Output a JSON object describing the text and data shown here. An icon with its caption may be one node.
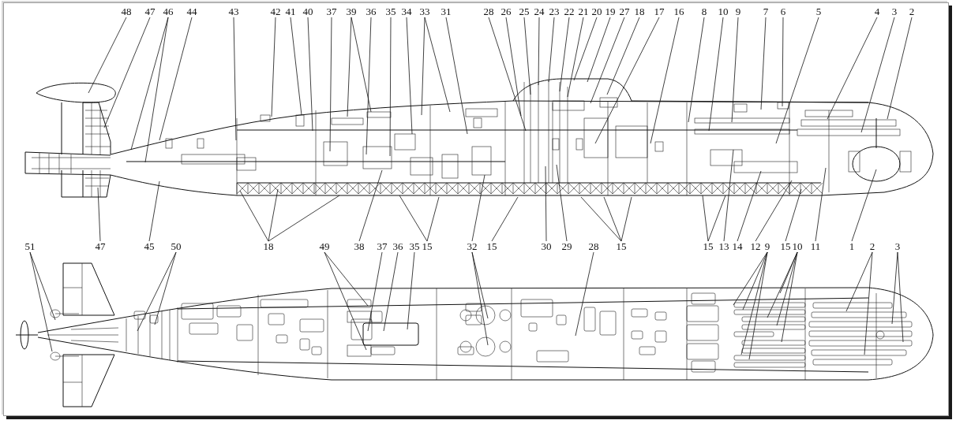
{
  "diagram": {
    "nodes": [
      {
        "text": [
          "48"
        ]
      },
      {
        "text": [
          "47"
        ]
      },
      {
        "text": [
          "46"
        ]
      },
      {
        "text": [
          "44"
        ]
      },
      {
        "text": [
          "43"
        ]
      },
      {
        "text": [
          "42"
        ]
      },
      {
        "text": [
          "41"
        ]
      },
      {
        "text": [
          "40"
        ]
      },
      {
        "text": [
          "37"
        ]
      },
      {
        "text": [
          "39"
        ]
      },
      {
        "text": [
          "36"
        ]
      },
      {
        "text": [
          "35"
        ]
      },
      {
        "text": [
          "34"
        ]
      },
      {
        "text": [
          "33"
        ]
      },
      {
        "text": [
          "31"
        ]
      },
      {
        "text": [
          "28"
        ]
      },
      {
        "text": [
          "26"
        ]
      },
      {
        "text": [
          "25"
        ]
      },
      {
        "text": [
          "24"
        ]
      },
      {
        "text": [
          "23"
        ]
      },
      {
        "text": [
          "22"
        ]
      },
      {
        "text": [
          "21"
        ]
      },
      {
        "text": [
          "20"
        ]
      },
      {
        "text": [
          "19"
        ]
      },
      {
        "text": [
          "27"
        ]
      },
      {
        "text": [
          "18"
        ]
      },
      {
        "text": [
          "17"
        ]
      },
      {
        "text": [
          "16"
        ]
      },
      {
        "text": [
          "8"
        ]
      },
      {
        "text": [
          "10"
        ]
      },
      {
        "text": [
          "9"
        ]
      },
      {
        "text": [
          "7"
        ]
      },
      {
        "text": [
          "6"
        ]
      },
      {
        "text": [
          "5"
        ]
      },
      {
        "text": [
          "4"
        ]
      },
      {
        "text": [
          "3"
        ]
      },
      {
        "text": [
          "2"
        ]
      },
      {
        "text": [
          "51"
        ]
      },
      {
        "text": [
          "47"
        ]
      },
      {
        "text": [
          "45"
        ]
      },
      {
        "text": [
          "50"
        ]
      },
      {
        "text": [
          "18"
        ]
      },
      {
        "text": [
          "49"
        ]
      },
      {
        "text": [
          "38"
        ]
      },
      {
        "text": [
          "37"
        ]
      },
      {
        "text": [
          "36"
        ]
      },
      {
        "text": [
          "35"
        ]
      },
      {
        "text": [
          "15"
        ]
      },
      {
        "text": [
          "32"
        ]
      },
      {
        "text": [
          "15"
        ]
      },
      {
        "text": [
          "30"
        ]
      },
      {
        "text": [
          "29"
        ]
      },
      {
        "text": [
          "28"
        ]
      },
      {
        "text": [
          "15"
        ]
      },
      {
        "text": [
          "15"
        ]
      },
      {
        "text": [
          "13"
        ]
      },
      {
        "text": [
          "14"
        ]
      },
      {
        "text": [
          "12"
        ]
      },
      {
        "text": [
          "9"
        ]
      },
      {
        "text": [
          "15"
        ]
      },
      {
        "text": [
          "10"
        ]
      },
      {
        "text": [
          "11"
        ]
      },
      {
        "text": [
          "1"
        ]
      },
      {
        "text": [
          "2"
        ]
      },
      {
        "text": [
          "3"
        ]
      }
    ],
    "edges": [
      {
        "from": 0,
        "to": null,
        "arrow": "none"
      },
      {
        "from": 1,
        "to": null,
        "arrow": "none"
      },
      {
        "from": 2,
        "to": null,
        "arrow": "none"
      },
      {
        "from": 2,
        "to": null,
        "arrow": "none"
      },
      {
        "from": 3,
        "to": null,
        "arrow": "none"
      },
      {
        "from": 4,
        "to": null,
        "arrow": "none"
      },
      {
        "from": 5,
        "to": null,
        "arrow": "none"
      },
      {
        "from": 6,
        "to": null,
        "arrow": "none"
      },
      {
        "from": 7,
        "to": null,
        "arrow": "none"
      },
      {
        "from": 8,
        "to": null,
        "arrow": "none"
      },
      {
        "from": 9,
        "to": null,
        "arrow": "none"
      },
      {
        "from": 9,
        "to": null,
        "arrow": "none"
      },
      {
        "from": 10,
        "to": null,
        "arrow": "none"
      },
      {
        "from": 11,
        "to": null,
        "arrow": "none"
      },
      {
        "from": 12,
        "to": null,
        "arrow": "none"
      },
      {
        "from": 13,
        "to": null,
        "arrow": "none"
      },
      {
        "from": 13,
        "to": null,
        "arrow": "none"
      },
      {
        "from": 14,
        "to": null,
        "arrow": "none"
      },
      {
        "from": 15,
        "to": null,
        "arrow": "none"
      },
      {
        "from": 16,
        "to": null,
        "arrow": "none"
      },
      {
        "from": 17,
        "to": null,
        "arrow": "none"
      },
      {
        "from": 18,
        "to": null,
        "arrow": "none"
      },
      {
        "from": 19,
        "to": null,
        "arrow": "none"
      },
      {
        "from": 20,
        "to": null,
        "arrow": "none"
      },
      {
        "from": 21,
        "to": null,
        "arrow": "none"
      },
      {
        "from": 22,
        "to": null,
        "arrow": "none"
      },
      {
        "from": 23,
        "to": null,
        "arrow": "none"
      },
      {
        "from": 24,
        "to": null,
        "arrow": "none"
      },
      {
        "from": 25,
        "to": null,
        "arrow": "none"
      },
      {
        "from": 26,
        "to": null,
        "arrow": "none"
      },
      {
        "from": 27,
        "to": null,
        "arrow": "none"
      },
      {
        "from": 28,
        "to": null,
        "arrow": "none"
      },
      {
        "from": 29,
        "to": null,
        "arrow": "none"
      },
      {
        "from": 30,
        "to": null,
        "arrow": "none"
      },
      {
        "from": 31,
        "to": null,
        "arrow": "none"
      },
      {
        "from": 32,
        "to": null,
        "arrow": "none"
      },
      {
        "from": 33,
        "to": null,
        "arrow": "none"
      },
      {
        "from": 34,
        "to": null,
        "arrow": "none"
      },
      {
        "from": 35,
        "to": null,
        "arrow": "none"
      },
      {
        "from": 36,
        "to": null,
        "arrow": "none"
      },
      {
        "from": 37,
        "to": null,
        "arrow": "none"
      },
      {
        "from": 37,
        "to": null,
        "arrow": "none"
      },
      {
        "from": 38,
        "to": null,
        "arrow": "none"
      },
      {
        "from": 39,
        "to": null,
        "arrow": "none"
      },
      {
        "from": 40,
        "to": null,
        "arrow": "none"
      },
      {
        "from": 40,
        "to": null,
        "arrow": "none"
      },
      {
        "from": 41,
        "to": null,
        "arrow": "none"
      },
      {
        "from": 41,
        "to": null,
        "arrow": "none"
      },
      {
        "from": 41,
        "to": null,
        "arrow": "none"
      },
      {
        "from": 42,
        "to": null,
        "arrow": "none"
      },
      {
        "from": 42,
        "to": null,
        "arrow": "none"
      },
      {
        "from": 43,
        "to": null,
        "arrow": "none"
      },
      {
        "from": 44,
        "to": null,
        "arrow": "none"
      },
      {
        "from": 45,
        "to": null,
        "arrow": "none"
      },
      {
        "from": 46,
        "to": null,
        "arrow": "none"
      },
      {
        "from": 47,
        "to": null,
        "arrow": "none"
      },
      {
        "from": 47,
        "to": null,
        "arrow": "none"
      },
      {
        "from": 48,
        "to": null,
        "arrow": "none"
      },
      {
        "from": 48,
        "to": null,
        "arrow": "none"
      },
      {
        "from": 48,
        "to": null,
        "arrow": "none"
      },
      {
        "from": 49,
        "to": null,
        "arrow": "none"
      },
      {
        "from": 50,
        "to": null,
        "arrow": "none"
      },
      {
        "from": 51,
        "to": null,
        "arrow": "none"
      },
      {
        "from": 52,
        "to": null,
        "arrow": "none"
      },
      {
        "from": 53,
        "to": null,
        "arrow": "none"
      },
      {
        "from": 53,
        "to": null,
        "arrow": "none"
      },
      {
        "from": 53,
        "to": null,
        "arrow": "none"
      },
      {
        "from": 54,
        "to": null,
        "arrow": "none"
      },
      {
        "from": 54,
        "to": null,
        "arrow": "none"
      },
      {
        "from": 55,
        "to": null,
        "arrow": "none"
      },
      {
        "from": 56,
        "to": null,
        "arrow": "none"
      },
      {
        "from": 57,
        "to": null,
        "arrow": "none"
      },
      {
        "from": 58,
        "to": null,
        "arrow": "none"
      },
      {
        "from": 58,
        "to": null,
        "arrow": "none"
      },
      {
        "from": 58,
        "to": null,
        "arrow": "none"
      },
      {
        "from": 58,
        "to": null,
        "arrow": "none"
      },
      {
        "from": 59,
        "to": null,
        "arrow": "none"
      },
      {
        "from": 60,
        "to": null,
        "arrow": "none"
      },
      {
        "from": 60,
        "to": null,
        "arrow": "none"
      },
      {
        "from": 60,
        "to": null,
        "arrow": "none"
      },
      {
        "from": 60,
        "to": null,
        "arrow": "none"
      },
      {
        "from": 61,
        "to": null,
        "arrow": "none"
      },
      {
        "from": 62,
        "to": null,
        "arrow": "none"
      },
      {
        "from": 63,
        "to": null,
        "arrow": "none"
      },
      {
        "from": 63,
        "to": null,
        "arrow": "none"
      },
      {
        "from": 64,
        "to": null,
        "arrow": "none"
      },
      {
        "from": 64,
        "to": null,
        "arrow": "none"
      }
    ]
  }
}
